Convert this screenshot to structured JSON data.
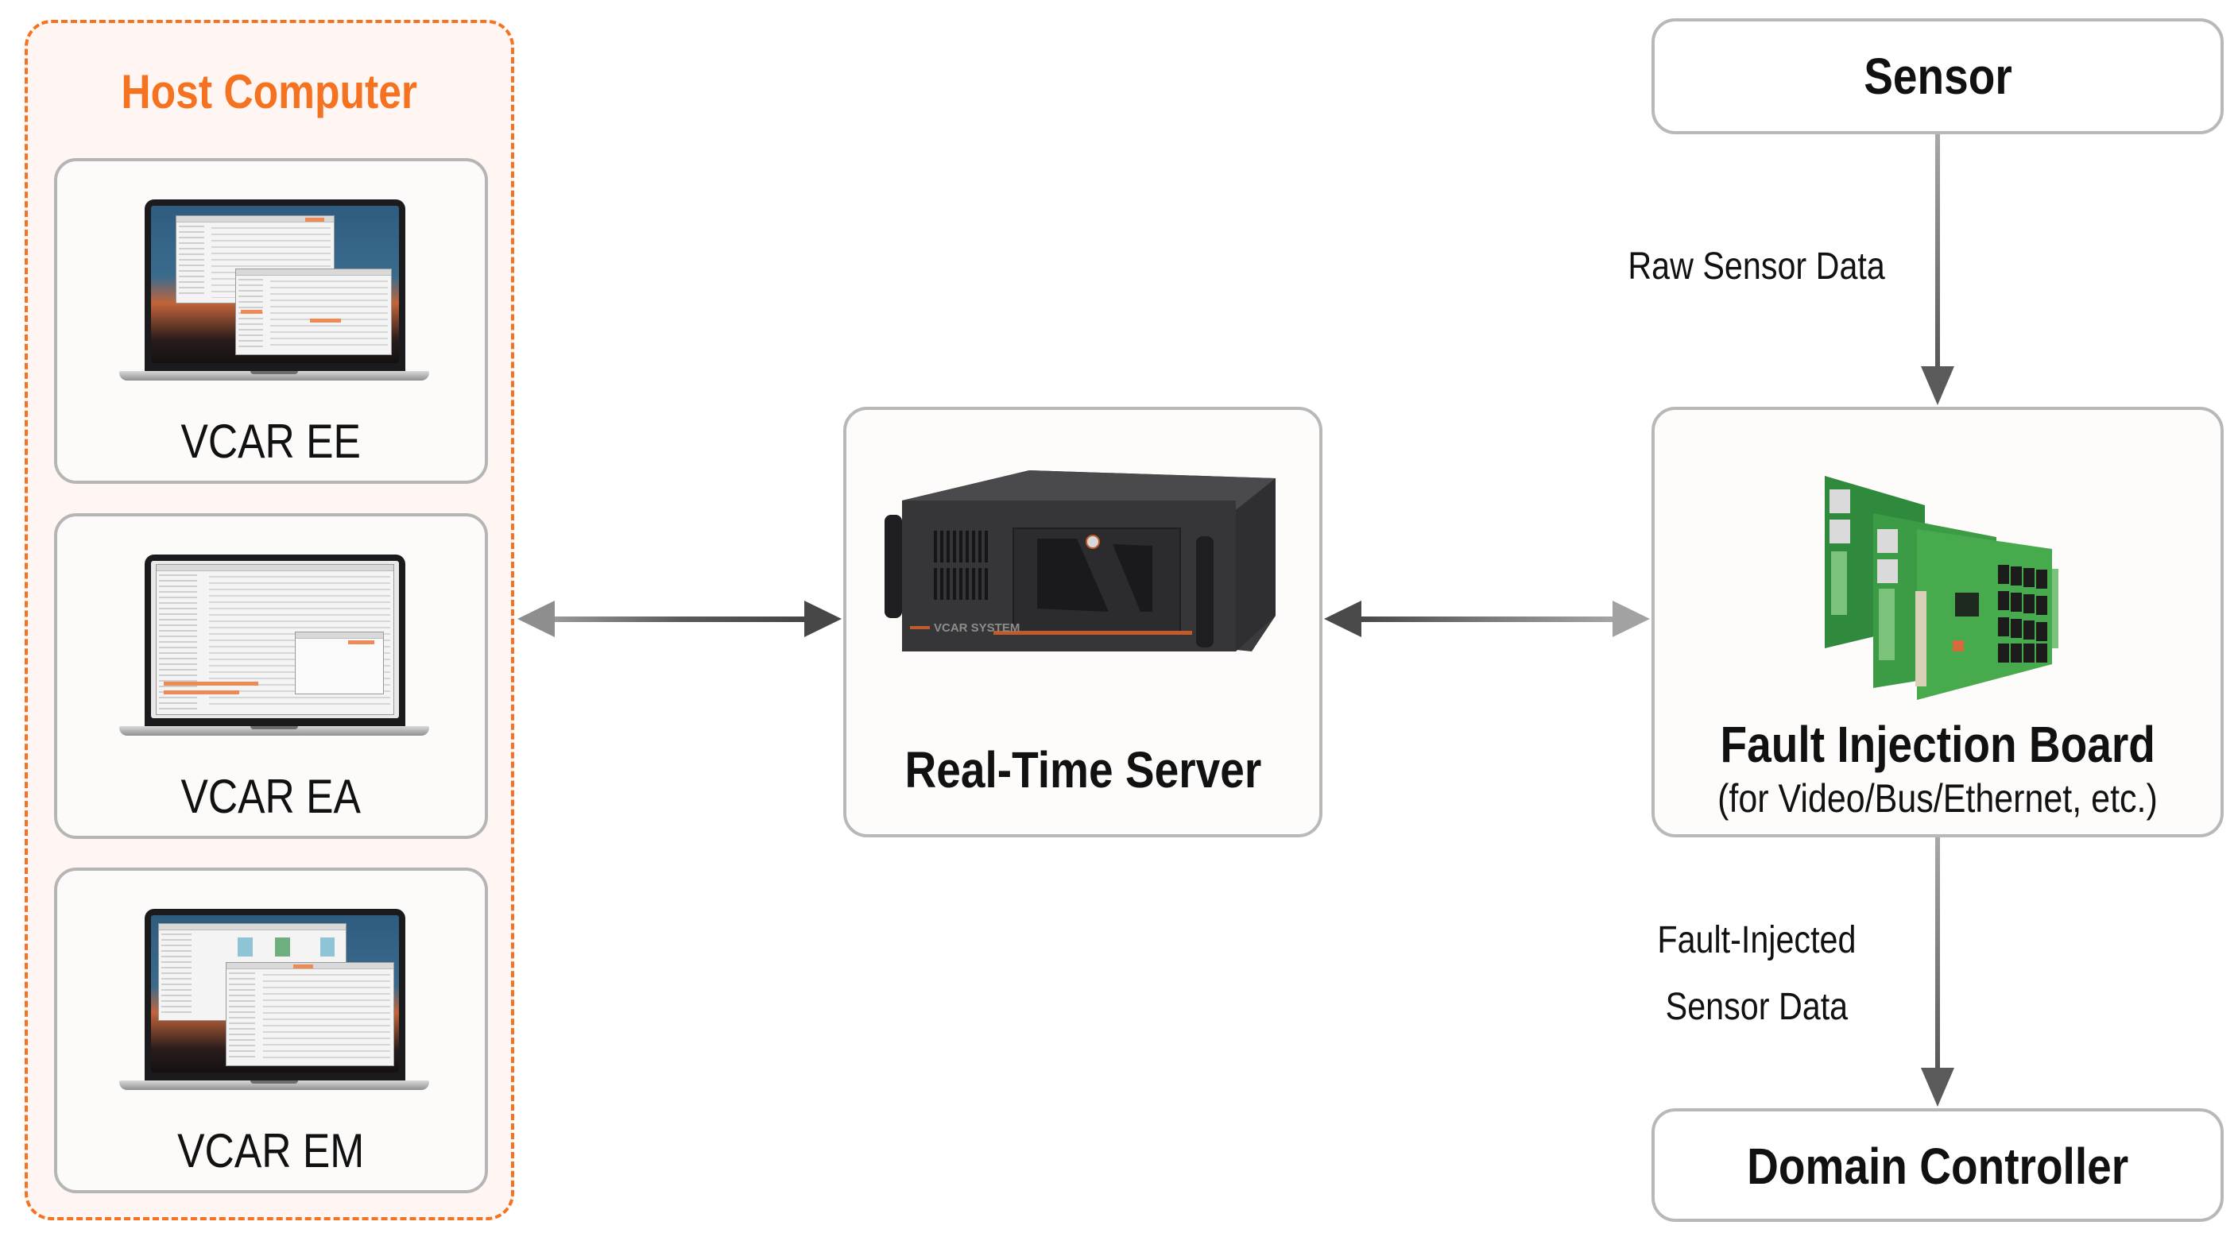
{
  "host_computer": {
    "title": "Host Computer",
    "accent_color": "#f47220",
    "tools": [
      {
        "label": "VCAR EE",
        "icon": "laptop-icon"
      },
      {
        "label": "VCAR EA",
        "icon": "laptop-icon"
      },
      {
        "label": "VCAR EM",
        "icon": "laptop-icon"
      }
    ]
  },
  "server": {
    "title": "Real-Time Server",
    "brand_label": "VCAR SYSTEM",
    "icon": "rack-server-icon"
  },
  "sensor": {
    "title": "Sensor"
  },
  "fault_injection_board": {
    "title": "Fault Injection Board",
    "subtitle": "(for Video/Bus/Ethernet, etc.)",
    "icon": "circuit-board-icon"
  },
  "domain_controller": {
    "title": "Domain Controller"
  },
  "connections": [
    {
      "from": "Host Computer",
      "to": "Real-Time Server",
      "direction": "bidirectional",
      "label": ""
    },
    {
      "from": "Real-Time Server",
      "to": "Fault Injection Board",
      "direction": "bidirectional",
      "label": ""
    },
    {
      "from": "Sensor",
      "to": "Fault Injection Board",
      "direction": "forward",
      "label": "Raw Sensor Data"
    },
    {
      "from": "Fault Injection Board",
      "to": "Domain Controller",
      "direction": "forward",
      "label_lines": [
        "Fault-Injected",
        "Sensor Data"
      ]
    }
  ]
}
